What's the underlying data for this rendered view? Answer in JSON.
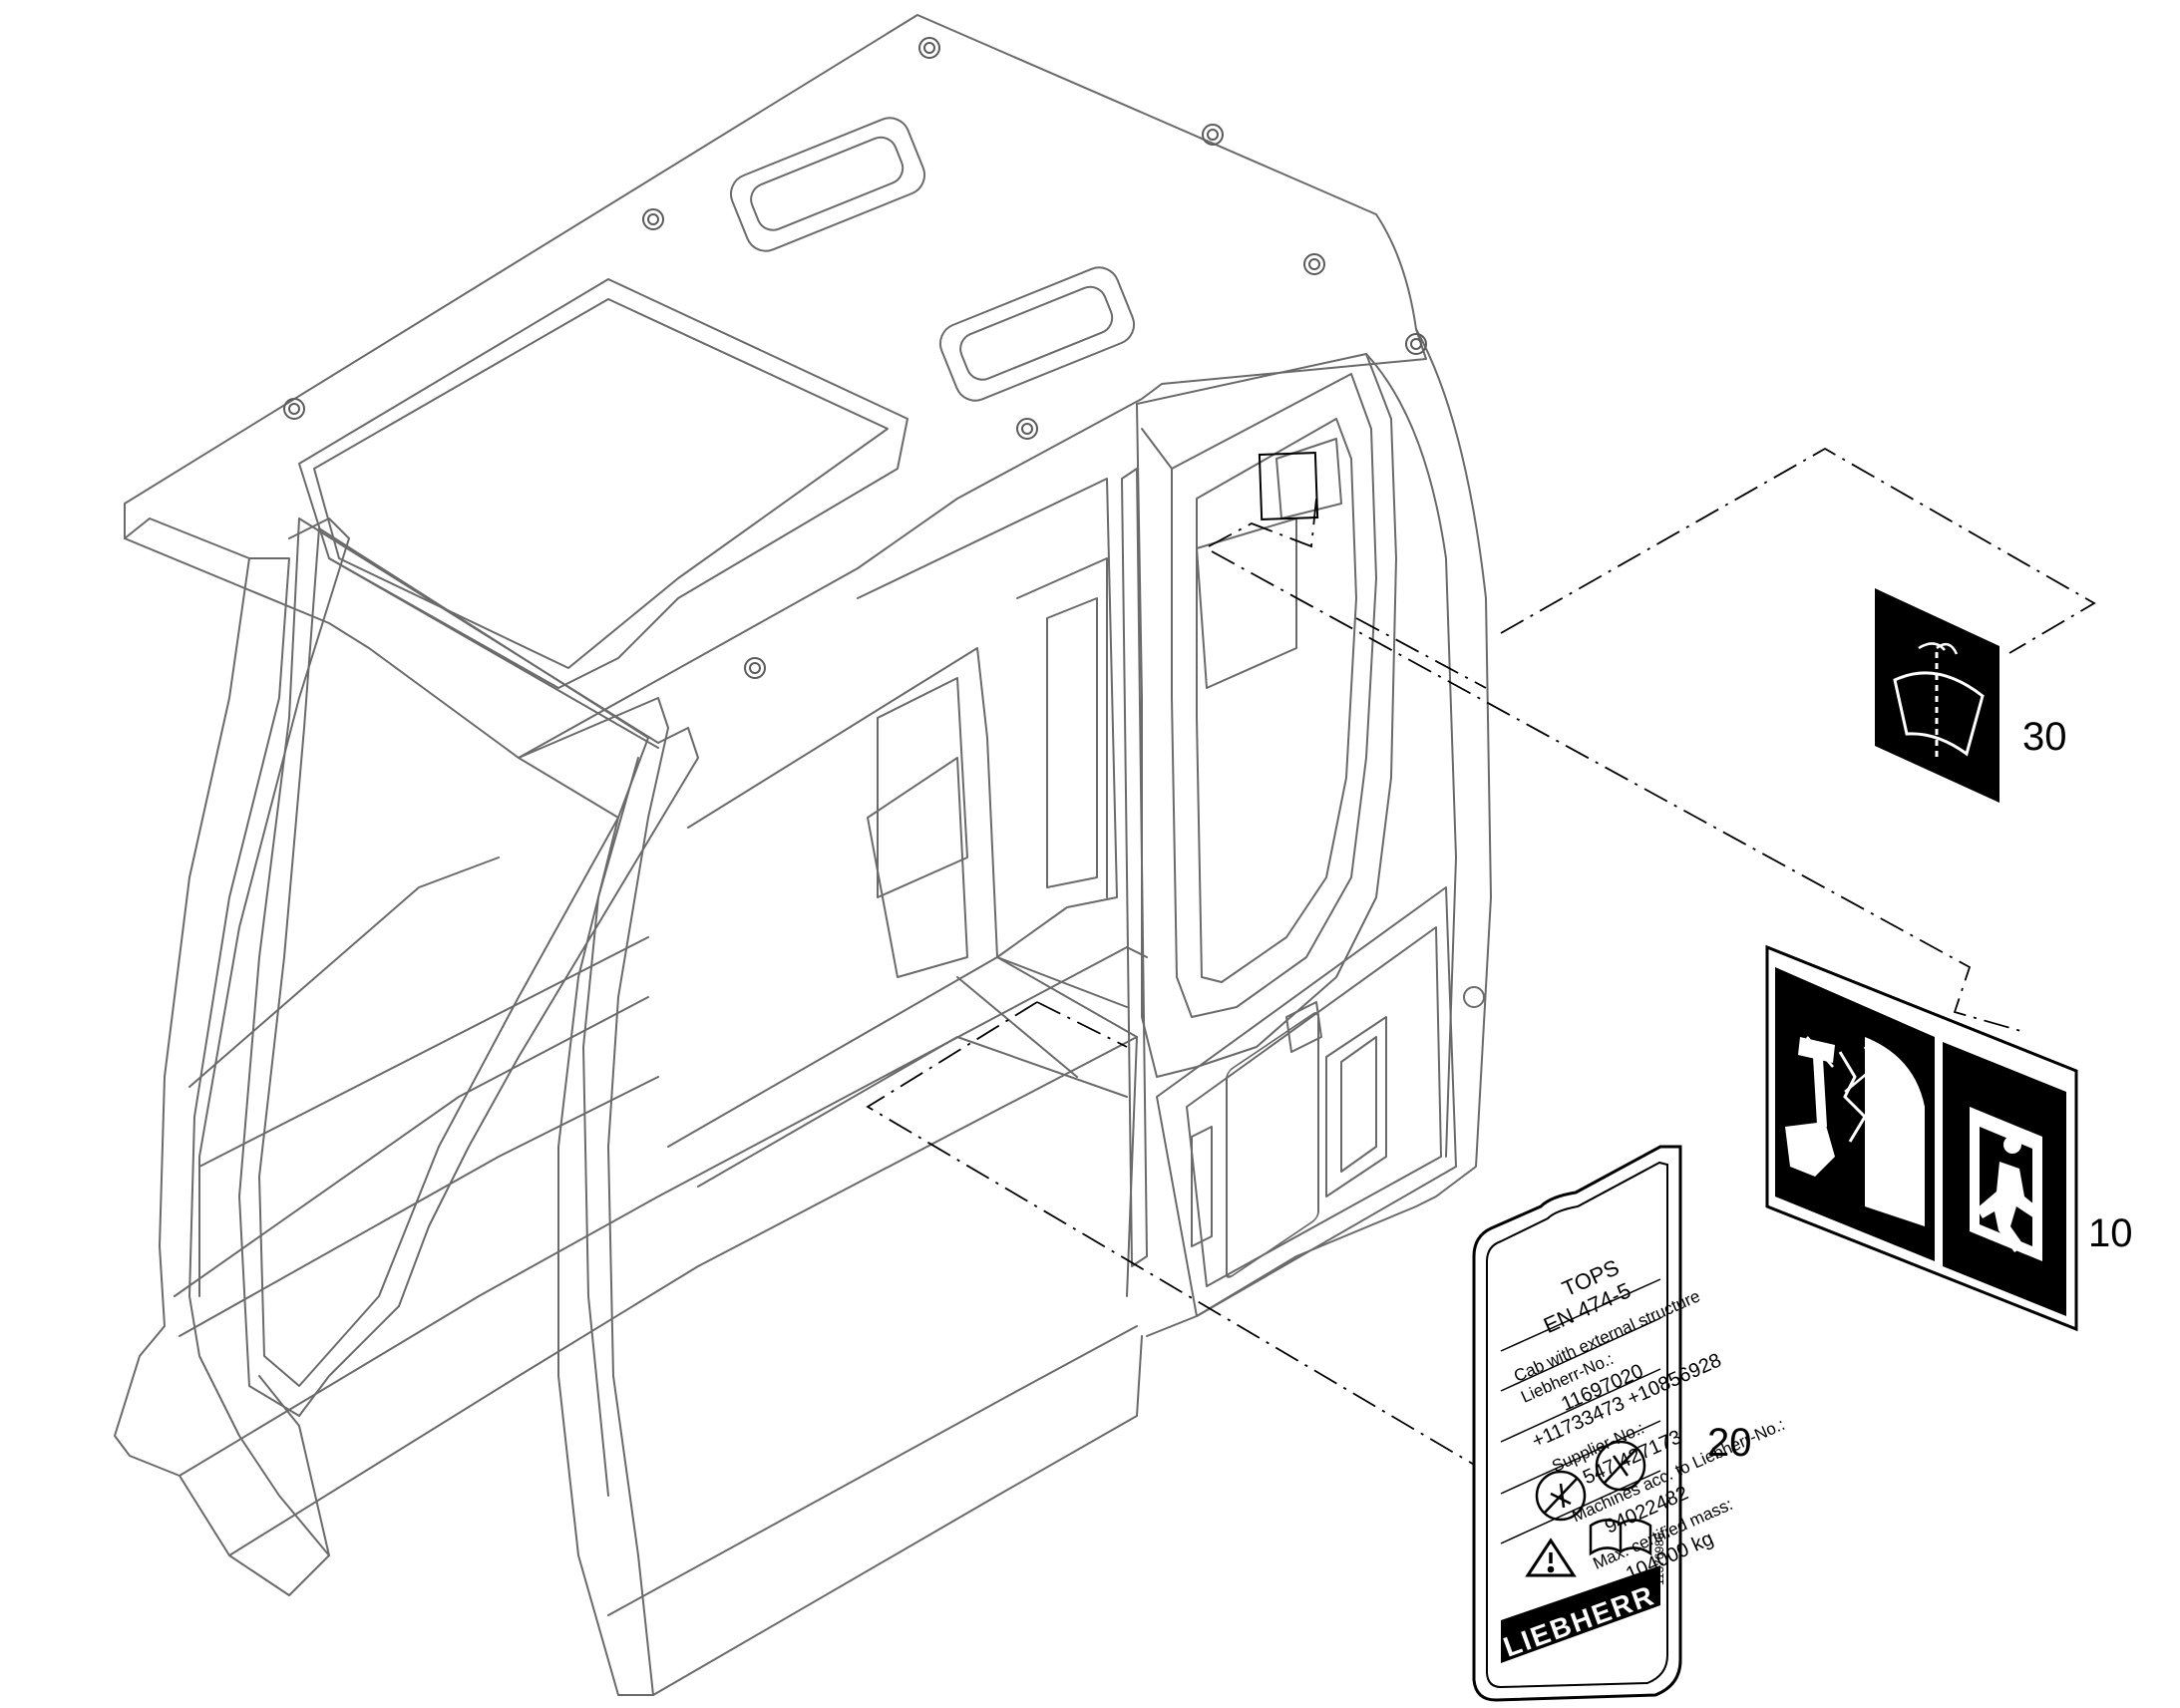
{
  "callouts": {
    "c10": "10",
    "c20": "20",
    "c30": "30"
  },
  "plate": {
    "line1": "TOPS",
    "line2": "EN 474-5",
    "line3": "Cab with external structure",
    "line4": "Liebherr-No.:",
    "line5": "11697020",
    "line6": "+11733473 +10856928",
    "line7": "Supplier-No.:",
    "line8": "547 427173",
    "line9": "Machines acc. to Liebherr-No.:",
    "line10": "94022482",
    "line11": "Max. certified mass:",
    "line12": "104000 kg",
    "part_no": "11376986",
    "brand": "LIEBHERR"
  },
  "icons": {
    "label_10_left": "glass-hammer-icon",
    "label_10_right": "emergency-exit-icon",
    "label_30": "windshield-washer-icon",
    "plate_warning": "warning-triangle-icon",
    "plate_manual": "manual-book-icon",
    "plate_no_weld": "no-welding-icon",
    "plate_no_drill": "no-drilling-icon"
  },
  "colors": {
    "line": "#5a5a5a",
    "ink": "#000000",
    "background": "#ffffff"
  }
}
